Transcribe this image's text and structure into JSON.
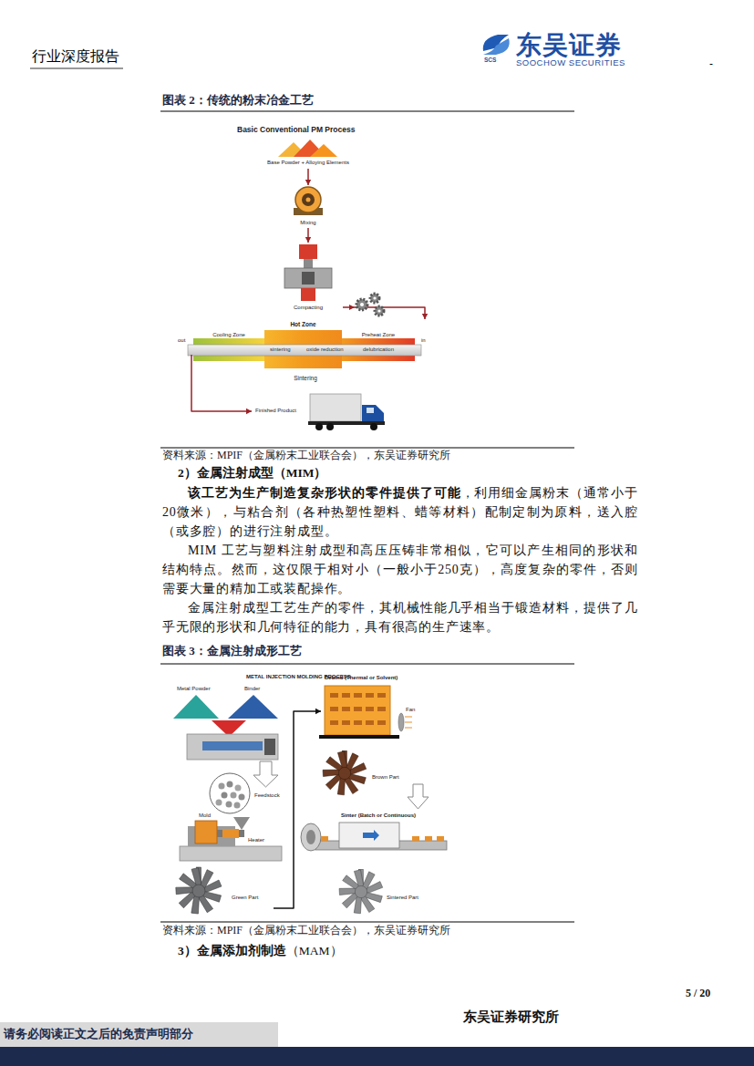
{
  "diagram": {
    "nodes": [
      {
        "text": [
          "Base Powder + Alloying Elements"
        ]
      },
      {
        "text": [
          "Mixing"
        ]
      },
      {
        "text": [
          "Compacting"
        ]
      },
      {
        "text": [
          "Sintering"
        ]
      },
      {
        "text": [
          "Cooling Zone"
        ],
        "in": 3
      },
      {
        "text": [
          "Hot Zone"
        ],
        "in": 3
      },
      {
        "text": [
          "Preheat Zone"
        ],
        "in": 3
      },
      {
        "text": [
          "Finished Product"
        ]
      },
      {
        "text": [
          "Green Part"
        ]
      },
      {
        "text": [
          "Debind (Thermal or Solvent)"
        ]
      },
      {
        "text": [
          "Brown Part"
        ]
      },
      {
        "text": [
          "Sinter (Batch or Continuous)"
        ]
      },
      {
        "text": [
          "Sintered Part"
        ]
      }
    ],
    "edges": [
      {
        "from": 0,
        "to": 1,
        "arrow": "to"
      },
      {
        "from": 1,
        "to": 2,
        "arrow": "to"
      },
      {
        "from": 2,
        "to": 3,
        "arrow": "to"
      },
      {
        "from": 3,
        "to": 7,
        "arrow": "to"
      },
      {
        "from": 8,
        "to": 9,
        "arrow": "to"
      }
    ],
    "labels": [
      "行业深度报告",
      "东吴证券",
      "SOOCHOW SECURITIES",
      "SCS",
      "-",
      "图表 2：传统的粉末冶金工艺",
      "Basic Conventional PM Process",
      "out",
      "in",
      "sintering",
      "oxide reduction",
      "delubrication",
      "资料来源：MPIF（金属粉末工业联合会），东吴证券研究所",
      "2）金属注射成型（MIM）",
      "该工艺为生产制造复杂形状的零件提供了可能",
      "，利用细金属粉末（通常小于20微米），与粘合剂（各种热塑性塑料、蜡等材料）配制定制为原料，送入腔（或多腔）的进行注射成型。",
      "MIM 工艺与塑料注射成型和高压压铸非常相似，它可以产生相同的形状和结构特点。然而，这仅限于相对小（一般小于250克），高度复杂的零件，否则需要大量的精加工或装配操作。",
      "金属注射成型工艺生产的零件，其机械性能几乎相当于锻造材料，提供了几乎无限的形状和几何特征的能力，具有很高的生产速率。",
      "图表 3：金属注射成形工艺",
      "METAL INJECTION MOLDING PROCESS",
      "Metal Powder",
      "Binder",
      "Feedstock",
      "Mold",
      "Heater",
      "Fan",
      "资料来源：MPIF（金属粉末工业联合会），东吴证券研究所",
      "3）金属添加剂制造",
      "（MAM）",
      "5 / 20",
      "东吴证券研究所",
      "请务必阅读正文之后的免责声明部分"
    ]
  }
}
